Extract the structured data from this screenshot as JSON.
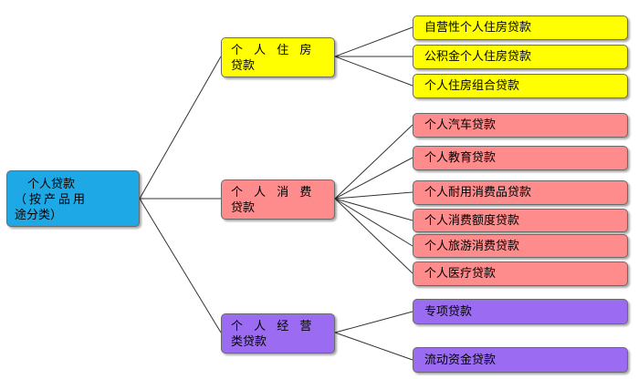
{
  "root": {
    "line1": "个人贷款",
    "line2": "（按产品用",
    "line3": "途分类）"
  },
  "branches": [
    {
      "line1": "个 人 住 房",
      "line2": "贷款",
      "color": "#ffff00",
      "leaves": [
        "自营性个人住房贷款",
        "公积金个人住房贷款",
        "个人住房组合贷款"
      ]
    },
    {
      "line1": "个 人 消 费",
      "line2": "贷款",
      "color": "#ff8c8c",
      "leaves": [
        "个人汽车贷款",
        "个人教育贷款",
        "个人耐用消费品贷款",
        "个人消费额度贷款",
        "个人旅游消费贷款",
        "个人医疗贷款"
      ]
    },
    {
      "line1": "个 人 经 营",
      "line2": "类贷款",
      "color": "#9b6cf2",
      "leaves": [
        "专项贷款",
        "流动资金贷款"
      ]
    }
  ]
}
